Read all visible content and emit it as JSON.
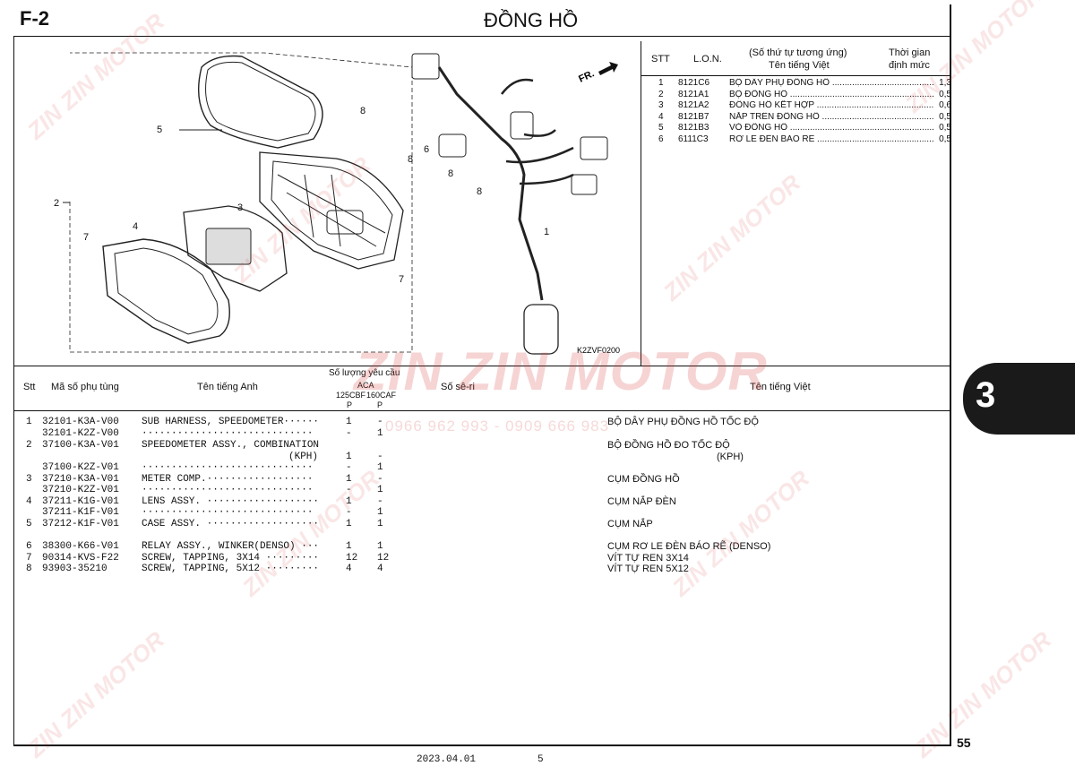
{
  "header": {
    "code": "F-2",
    "title": "ĐỒNG HỒ"
  },
  "ref_table": {
    "headers": {
      "stt": "STT",
      "lon": "L.O.N.",
      "desc_line1": "(Số thứ tự tương ứng)",
      "desc_line2": "Tên tiếng Việt",
      "time_line1": "Thời gian",
      "time_line2": "định mức"
    },
    "rows": [
      {
        "stt": "1",
        "lon": "8121C6",
        "name": "BỘ DÂY PHỤ ĐỒNG HỒ",
        "time": "1,3"
      },
      {
        "stt": "2",
        "lon": "8121A1",
        "name": "BỘ ĐỒNG HỒ",
        "time": "0,5"
      },
      {
        "stt": "3",
        "lon": "8121A2",
        "name": "ĐỒNG HỒ KẾT HỢP",
        "time": "0,6"
      },
      {
        "stt": "4",
        "lon": "8121B7",
        "name": "NẮP TRÊN ĐỒNG HỒ",
        "time": "0,5"
      },
      {
        "stt": "5",
        "lon": "8121B3",
        "name": "VỎ ĐỒNG HỒ",
        "time": "0,5"
      },
      {
        "stt": "6",
        "lon": "6111C3",
        "name": "RƠ LE ĐÈN BÁO RẼ",
        "time": "0,5"
      }
    ]
  },
  "diagram": {
    "fr_label": "FR.",
    "figure_code": "K2ZVF0200",
    "callouts": [
      "1",
      "2",
      "3",
      "4",
      "5",
      "6",
      "7",
      "7",
      "8",
      "8",
      "8",
      "8"
    ]
  },
  "parts_table": {
    "headers": {
      "stt": "Stt",
      "part_no": "Mã số phụ tùng",
      "english": "Tên tiếng Anh",
      "qty": "Số lượng yêu cầu",
      "model_top": "ACA",
      "model_a": "125CBF",
      "model_b": "160CAF",
      "p_a": "P",
      "p_b": "P",
      "serial": "Số sê-ri",
      "vietnamese": "Tên tiếng Việt"
    },
    "rows": [
      {
        "stt": "1",
        "part_no": "32101-K3A-V00",
        "english": "SUB HARNESS, SPEEDOMETER······",
        "qa": "1",
        "qb": "-",
        "viet": "BỘ DÂY PHỤ ĐỒNG HỒ TỐC ĐỘ"
      },
      {
        "stt": "",
        "part_no": "32101-K2Z-V00",
        "english": "·····························",
        "qa": "-",
        "qb": "1",
        "viet": ""
      },
      {
        "stt": "2",
        "part_no": "37100-K3A-V01",
        "english": "SPEEDOMETER ASSY., COMBINATION",
        "qa": "",
        "qb": "",
        "viet": "BỘ ĐỒNG HỒ ĐO TỐC ĐỘ"
      },
      {
        "stt": "",
        "part_no": "",
        "english": "(KPH)",
        "qa": "1",
        "qb": "-",
        "viet": "(KPH)"
      },
      {
        "stt": "",
        "part_no": "37100-K2Z-V01",
        "english": "·····························",
        "qa": "-",
        "qb": "1",
        "viet": ""
      },
      {
        "stt": "3",
        "part_no": "37210-K3A-V01",
        "english": "METER COMP.··················",
        "qa": "1",
        "qb": "-",
        "viet": "CỤM ĐỒNG HỒ"
      },
      {
        "stt": "",
        "part_no": "37210-K2Z-V01",
        "english": "·····························",
        "qa": "-",
        "qb": "1",
        "viet": ""
      },
      {
        "stt": "4",
        "part_no": "37211-K1G-V01",
        "english": "LENS ASSY. ···················",
        "qa": "1",
        "qb": "-",
        "viet": "CỤM NẮP ĐÈN"
      },
      {
        "stt": "",
        "part_no": "37211-K1F-V01",
        "english": "·····························",
        "qa": "-",
        "qb": "1",
        "viet": ""
      },
      {
        "stt": "5",
        "part_no": "37212-K1F-V01",
        "english": "CASE ASSY. ···················",
        "qa": "1",
        "qb": "1",
        "viet": "CỤM NẮP"
      },
      {
        "stt": "6",
        "part_no": "38300-K66-V01",
        "english": "RELAY ASSY., WINKER(DENSO) ···",
        "qa": "1",
        "qb": "1",
        "viet": "CỤM RƠ LE ĐÈN BÁO RẼ (DENSO)"
      },
      {
        "stt": "7",
        "part_no": "90314-KVS-F22",
        "english": "SCREW, TAPPING, 3X14 ·········",
        "qa": "12",
        "qb": "12",
        "viet": "VÍT TỰ REN 3X14"
      },
      {
        "stt": "8",
        "part_no": "93903-35210",
        "english": "SCREW, TAPPING, 5X12 ·········",
        "qa": "4",
        "qb": "4",
        "viet": "VÍT TỰ REN 5X12"
      }
    ]
  },
  "side_tab": "3",
  "page_number": "55",
  "footer": {
    "date": "2023.04.01",
    "num": "5"
  },
  "watermark": {
    "brand": "ZIN ZIN MOTOR",
    "phone": "0966 962 993 - 0909 666 983"
  }
}
